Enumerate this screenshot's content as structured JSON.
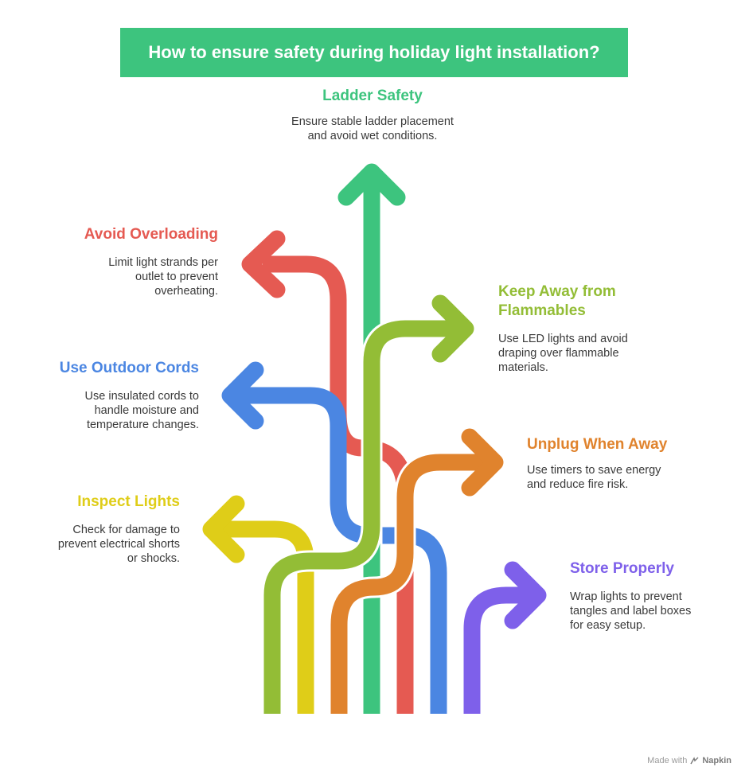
{
  "title": "How to ensure safety during holiday light installation?",
  "colors": {
    "green": "#3dc47e",
    "red": "#e55a52",
    "lime": "#93bd36",
    "blue": "#4b86e2",
    "orange": "#e0832d",
    "yellow": "#dfcd18",
    "purple": "#7e60ea"
  },
  "steps": {
    "ladder": {
      "title": "Ladder Safety",
      "desc": "Ensure stable ladder placement\nand avoid wet conditions."
    },
    "overload": {
      "title": "Avoid Overloading",
      "desc": "Limit light strands per\noutlet to prevent\noverheating."
    },
    "flammables": {
      "title": "Keep Away from\nFlammables",
      "desc": "Use LED lights and avoid\ndraping over flammable\nmaterials."
    },
    "cords": {
      "title": "Use Outdoor Cords",
      "desc": "Use insulated cords to\nhandle moisture and\ntemperature changes."
    },
    "unplug": {
      "title": "Unplug When Away",
      "desc": "Use timers to save energy\nand reduce fire risk."
    },
    "inspect": {
      "title": "Inspect Lights",
      "desc": "Check for damage to\nprevent electrical shorts\nor shocks."
    },
    "store": {
      "title": "Store Properly",
      "desc": "Wrap lights to prevent\ntangles and label boxes\nfor easy setup."
    }
  },
  "watermark": {
    "prefix": "Made with",
    "brand": "Napkin"
  }
}
